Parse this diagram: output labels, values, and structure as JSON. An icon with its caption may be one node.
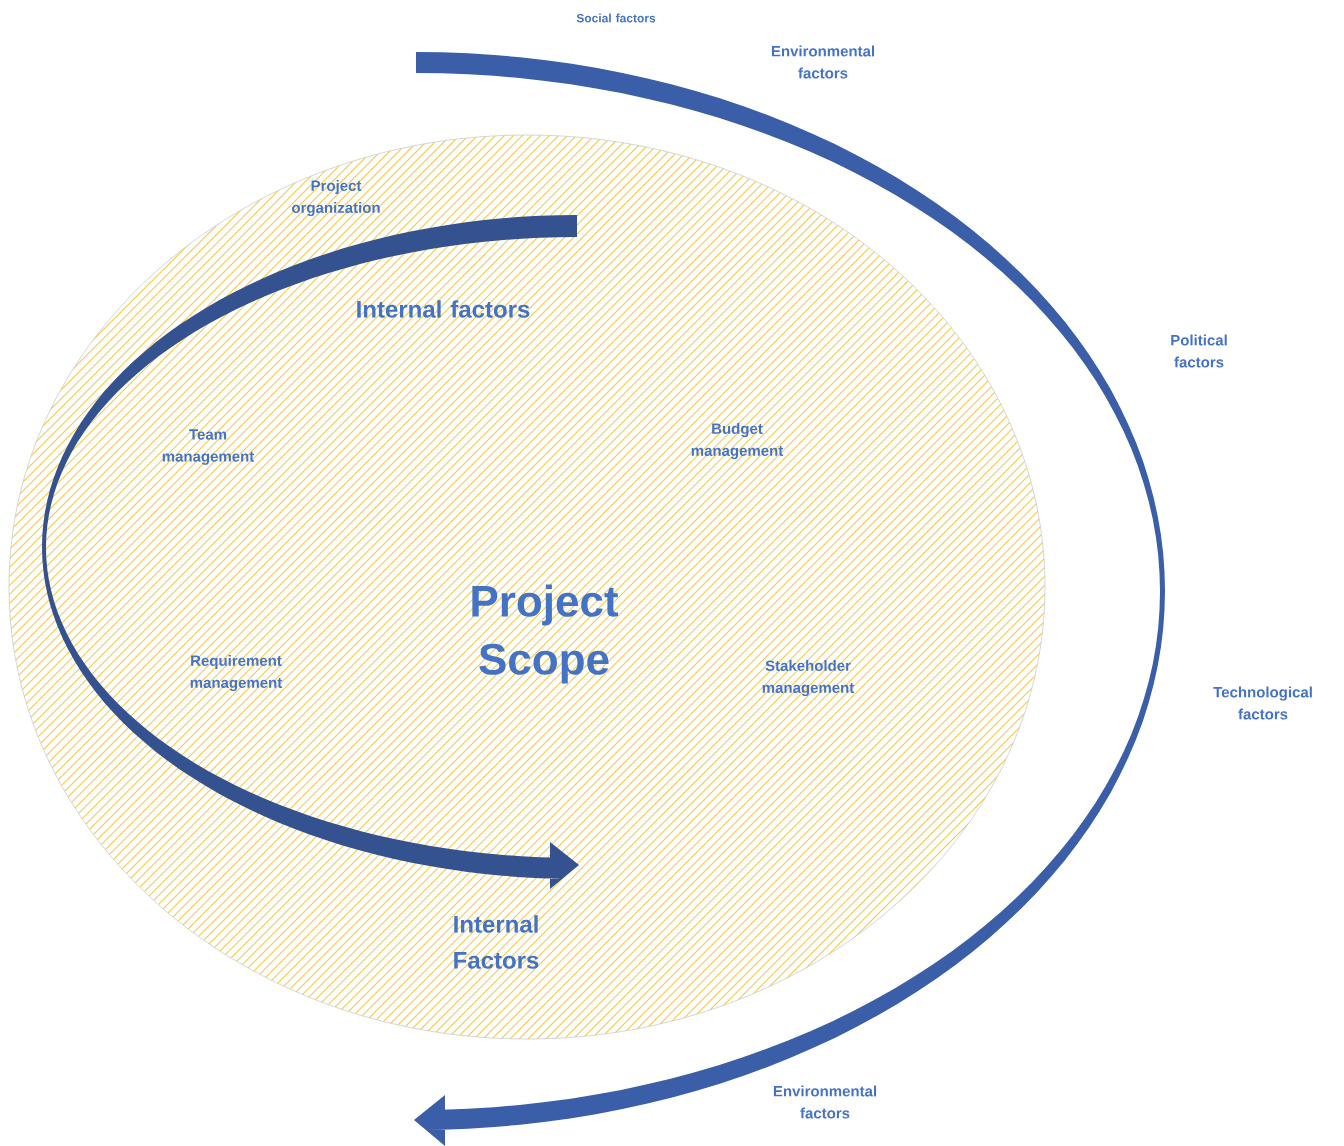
{
  "diagram": {
    "nodes": [
      {
        "text": [
          "Project Scope"
        ]
      }
    ],
    "labels": [
      "Social factors",
      "Environmental factors",
      "Project organization",
      "Internal factors",
      "Political factors",
      "Team management",
      "Budget management",
      "Requirement management",
      "Stakeholder management",
      "Technological factors",
      "Internal Factors",
      "Environmental factors"
    ]
  }
}
